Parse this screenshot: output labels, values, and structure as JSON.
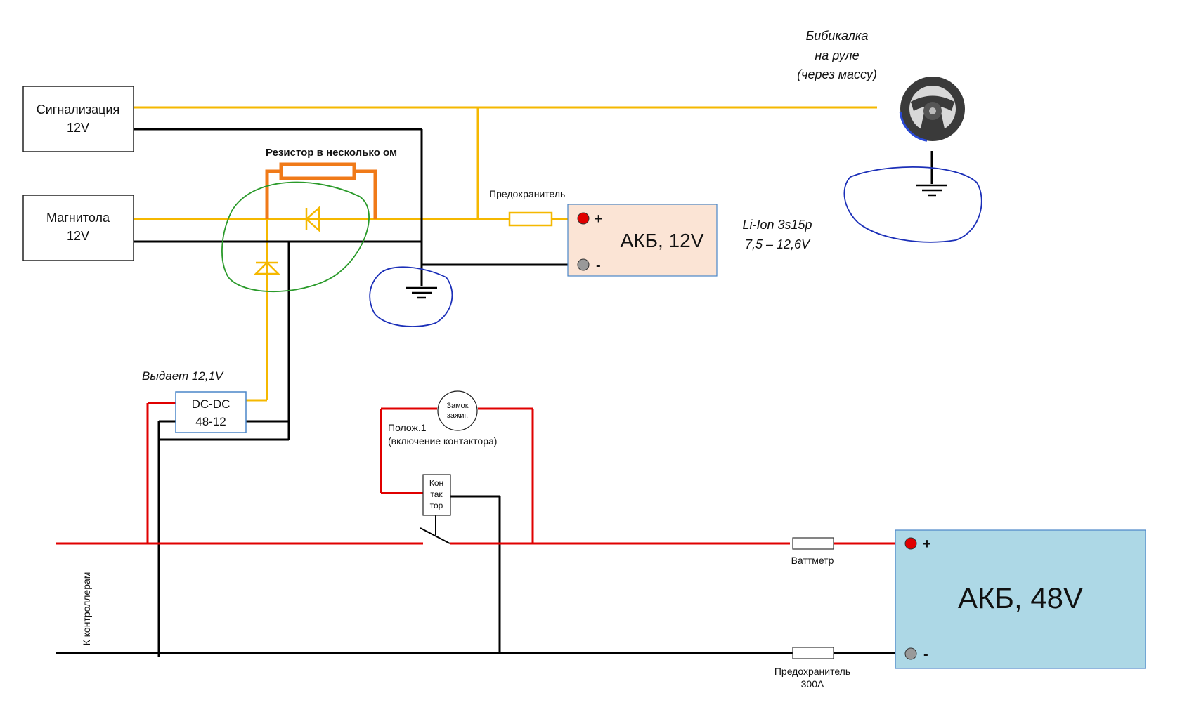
{
  "colors": {
    "low_voltage_wire": "#f5b800",
    "ground_wire": "#000000",
    "high_voltage_wire": "#e00000",
    "resistor": "#f07a18",
    "green_mark": "#2a9a2a",
    "blue_mark": "#1b2fb8",
    "akb12_fill": "#fbe4d5",
    "akb48_fill": "#add8e6",
    "dcdc_border": "#4a86c8"
  },
  "boxes": {
    "alarm": {
      "line1": "Сигнализация",
      "line2": "12V"
    },
    "radio": {
      "line1": "Магнитола",
      "line2": "12V"
    },
    "dcdc": {
      "line1": "DC-DC",
      "line2": "48-12"
    },
    "contactor": {
      "line1": "Кон",
      "line2": "так",
      "line3": "тор"
    },
    "ignition": {
      "line1": "Замок",
      "line2": "зажиг."
    }
  },
  "battery12": {
    "title": "АКБ, 12V",
    "plus": "+",
    "minus": "-",
    "spec1": "Li-Ion 3s15p",
    "spec2": "7,5 – 12,6V"
  },
  "battery48": {
    "title": "АКБ, 48V",
    "plus": "+",
    "minus": "-"
  },
  "labels": {
    "horn1": "Бибикалка",
    "horn2": "на руле",
    "horn3": "(через массу)",
    "resistor": "Резистор в несколько ом",
    "fuse_small": "Предохранитель",
    "dcdc_output": "Выдает 12,1V",
    "position1": "Полож.1",
    "position1_note": "(включение контактора)",
    "wattmeter": "Ваттметр",
    "fuse_big1": "Предохранитель",
    "fuse_big2": "300А",
    "controllers": "К контроллерам"
  },
  "icons": {
    "steering": "steering-wheel-icon",
    "ground": "ground-icon",
    "diode": "diode-icon"
  }
}
